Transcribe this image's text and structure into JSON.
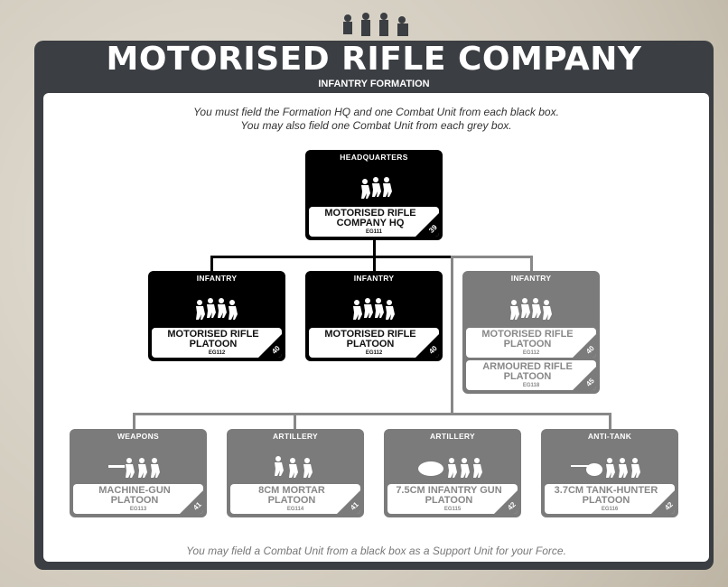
{
  "title": "MOTORISED RIFLE COMPANY",
  "subtitle": "INFANTRY FORMATION",
  "instructions": [
    "You must field the Formation HQ and one Combat Unit from each black box.",
    "You may also field one Combat Unit from each grey box."
  ],
  "footer": "You may field a Combat Unit from a black box as a Support Unit for your Force.",
  "colors": {
    "frame": "#3b3e42",
    "black_box": "#000000",
    "grey_box": "#7b7b7b"
  },
  "hq": {
    "category": "HEADQUARTERS",
    "name": "MOTORISED RIFLE COMPANY HQ",
    "code": "EG111",
    "page": "39"
  },
  "row2": [
    {
      "category": "INFANTRY",
      "units": [
        {
          "name": "MOTORISED RIFLE PLATOON",
          "code": "EG112",
          "page": "40"
        }
      ]
    },
    {
      "category": "INFANTRY",
      "units": [
        {
          "name": "MOTORISED RIFLE PLATOON",
          "code": "EG112",
          "page": "40"
        }
      ]
    },
    {
      "category": "INFANTRY",
      "units": [
        {
          "name": "MOTORISED RIFLE PLATOON",
          "code": "EG112",
          "page": "40"
        },
        {
          "name": "ARMOURED RIFLE PLATOON",
          "code": "EG118",
          "page": "45"
        }
      ]
    }
  ],
  "row3": [
    {
      "category": "WEAPONS",
      "name": "MACHINE-GUN PLATOON",
      "code": "EG113",
      "page": "41"
    },
    {
      "category": "ARTILLERY",
      "name": "8CM MORTAR PLATOON",
      "code": "EG114",
      "page": "41"
    },
    {
      "category": "ARTILLERY",
      "name": "7.5CM INFANTRY GUN PLATOON",
      "code": "EG115",
      "page": "42"
    },
    {
      "category": "ANTI-TANK",
      "name": "3.7CM TANK-HUNTER PLATOON",
      "code": "EG116",
      "page": "42"
    }
  ]
}
